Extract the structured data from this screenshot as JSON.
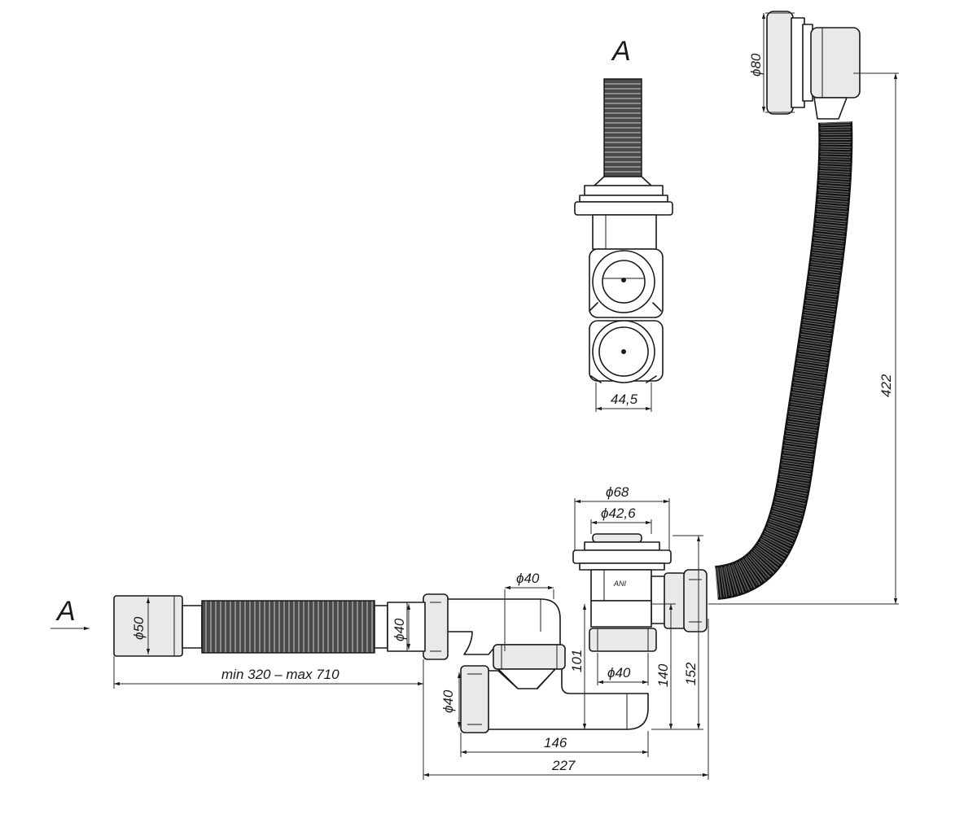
{
  "view_label_top": "A",
  "view_label_left": "A",
  "dimensions": {
    "d80": "ϕ80",
    "h422": "422",
    "w44_5": "44,5",
    "d68": "ϕ68",
    "d42_6": "ϕ42,6",
    "d40_top": "ϕ40",
    "d50": "ϕ50",
    "d40_left": "ϕ40",
    "range": "min 320 – max 710",
    "h101": "101",
    "d40_mid": "ϕ40",
    "h140": "140",
    "h152": "152",
    "d40_low": "ϕ40",
    "w146": "146",
    "w227": "227"
  }
}
